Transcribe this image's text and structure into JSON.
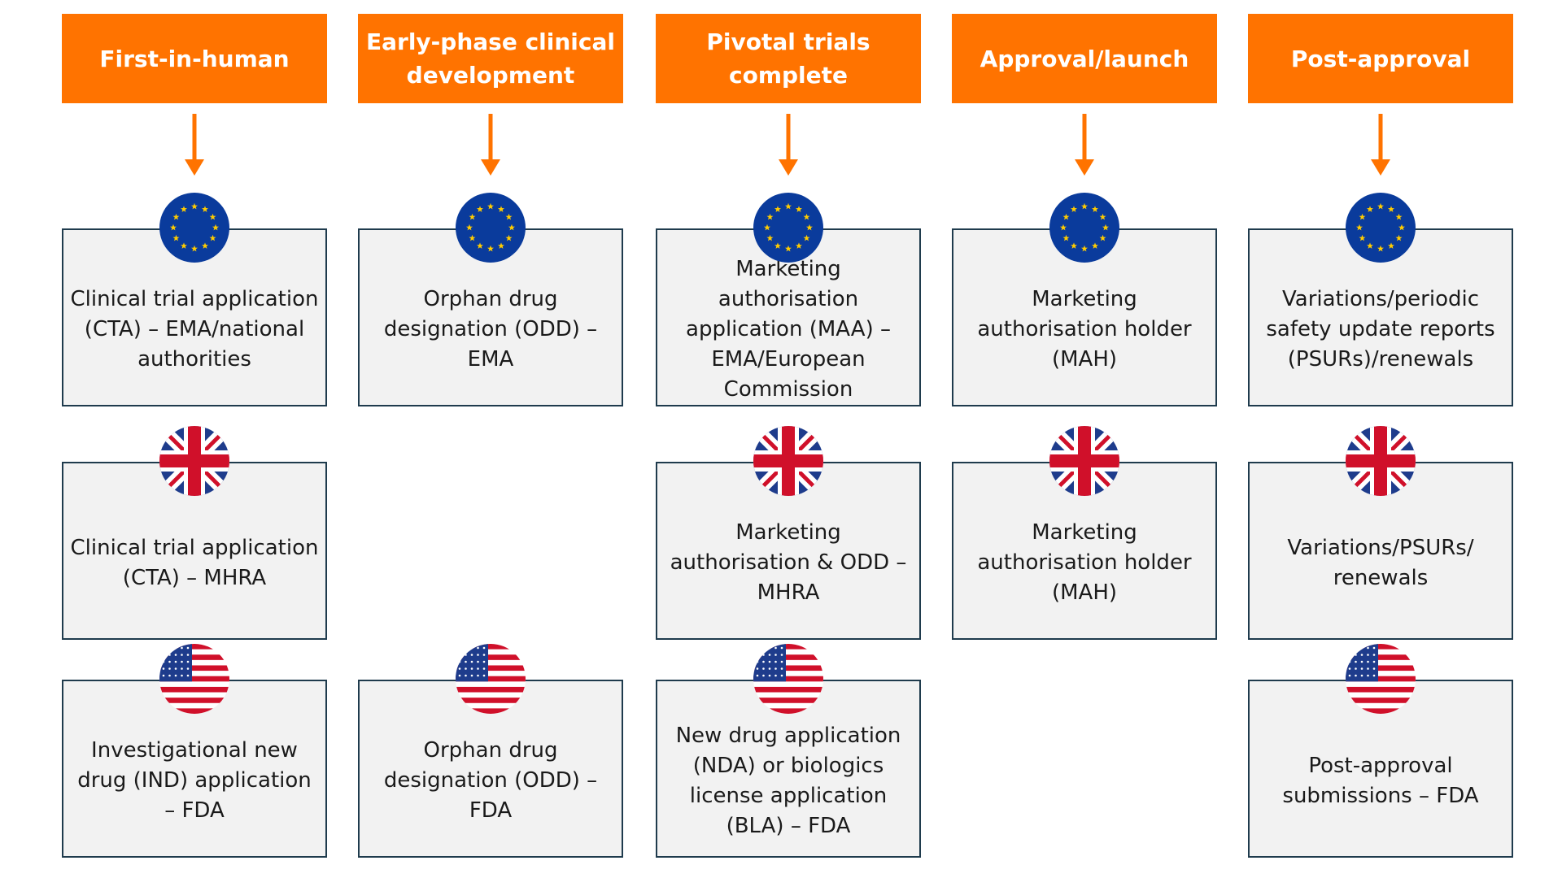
{
  "colors": {
    "accent": "#FF7300",
    "box_fill": "#F2F2F2",
    "box_border": "#1F3B4D"
  },
  "flag_icons": {
    "eu": "eu-flag-icon",
    "uk": "uk-flag-icon",
    "us": "us-flag-icon"
  },
  "columns": [
    {
      "header": "First-in-human",
      "eu": "Clinical trial application (CTA) – EMA/national authorities",
      "uk": "Clinical trial application (CTA) – MHRA",
      "us": "Investigational new drug (IND) application – FDA"
    },
    {
      "header": "Early-phase clinical development",
      "eu": "Orphan drug designation (ODD) – EMA",
      "uk": null,
      "us": "Orphan drug designation (ODD) – FDA"
    },
    {
      "header": "Pivotal trials complete",
      "eu": "Marketing authorisation application (MAA) – EMA/European Commission",
      "uk": "Marketing authorisation & ODD – MHRA",
      "us": "New drug application (NDA) or biologics license application (BLA) – FDA"
    },
    {
      "header": "Approval/launch",
      "eu": "Marketing authorisation holder (MAH)",
      "uk": "Marketing authorisation holder (MAH)",
      "us": null
    },
    {
      "header": "Post-approval",
      "eu": "Variations/periodic safety update reports (PSURs)/renewals",
      "uk": "Variations/PSURs/ renewals",
      "us": "Post-approval submissions – FDA"
    }
  ]
}
